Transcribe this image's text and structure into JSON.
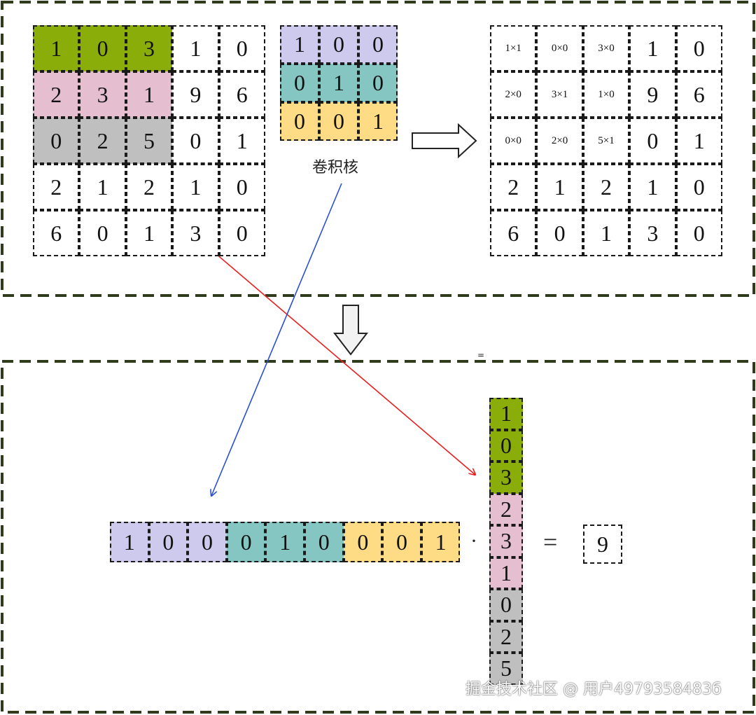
{
  "colors": {
    "green": "#8aad0a",
    "pink": "#e5bfd0",
    "gray": "#bfbfbf",
    "lavender": "#cdcaee",
    "teal": "#85c6c3",
    "yellow": "#fddc85",
    "white": "#ffffff",
    "red_line": "#e82020",
    "blue_line": "#2b4fd0",
    "panel_border": "#2f3b1a"
  },
  "input_matrix": {
    "rows": [
      [
        "1",
        "0",
        "3",
        "1",
        "0"
      ],
      [
        "2",
        "3",
        "1",
        "9",
        "6"
      ],
      [
        "0",
        "2",
        "5",
        "0",
        "1"
      ],
      [
        "2",
        "1",
        "2",
        "1",
        "0"
      ],
      [
        "6",
        "0",
        "1",
        "3",
        "0"
      ]
    ],
    "row_colors": [
      "green",
      "pink",
      "gray",
      "white",
      "white"
    ],
    "window_cols": 3
  },
  "kernel": {
    "rows": [
      [
        "1",
        "0",
        "0"
      ],
      [
        "0",
        "1",
        "0"
      ],
      [
        "0",
        "0",
        "1"
      ]
    ],
    "row_colors": [
      "lavender",
      "teal",
      "yellow"
    ],
    "label": "卷积核"
  },
  "product_matrix": {
    "rows": [
      [
        "1×1",
        "0×0",
        "3×0",
        "1",
        "0"
      ],
      [
        "2×0",
        "3×1",
        "1×0",
        "9",
        "6"
      ],
      [
        "0×0",
        "2×0",
        "5×1",
        "0",
        "1"
      ],
      [
        "2",
        "1",
        "2",
        "1",
        "0"
      ],
      [
        "6",
        "0",
        "1",
        "3",
        "0"
      ]
    ]
  },
  "row_vector": {
    "values": [
      "1",
      "0",
      "0",
      "0",
      "1",
      "0",
      "0",
      "0",
      "1"
    ],
    "colors": [
      "lavender",
      "lavender",
      "lavender",
      "teal",
      "teal",
      "teal",
      "yellow",
      "yellow",
      "yellow"
    ]
  },
  "column_vector": {
    "values": [
      "1",
      "0",
      "3",
      "2",
      "3",
      "1",
      "0",
      "2",
      "5"
    ],
    "colors": [
      "green",
      "green",
      "green",
      "pink",
      "pink",
      "pink",
      "gray",
      "gray",
      "gray"
    ]
  },
  "dot_symbol": "·",
  "equals_symbol": "=",
  "result": "9",
  "stray_mark": "=",
  "watermark": "掘金技术社区 @ 用户4979358483б"
}
